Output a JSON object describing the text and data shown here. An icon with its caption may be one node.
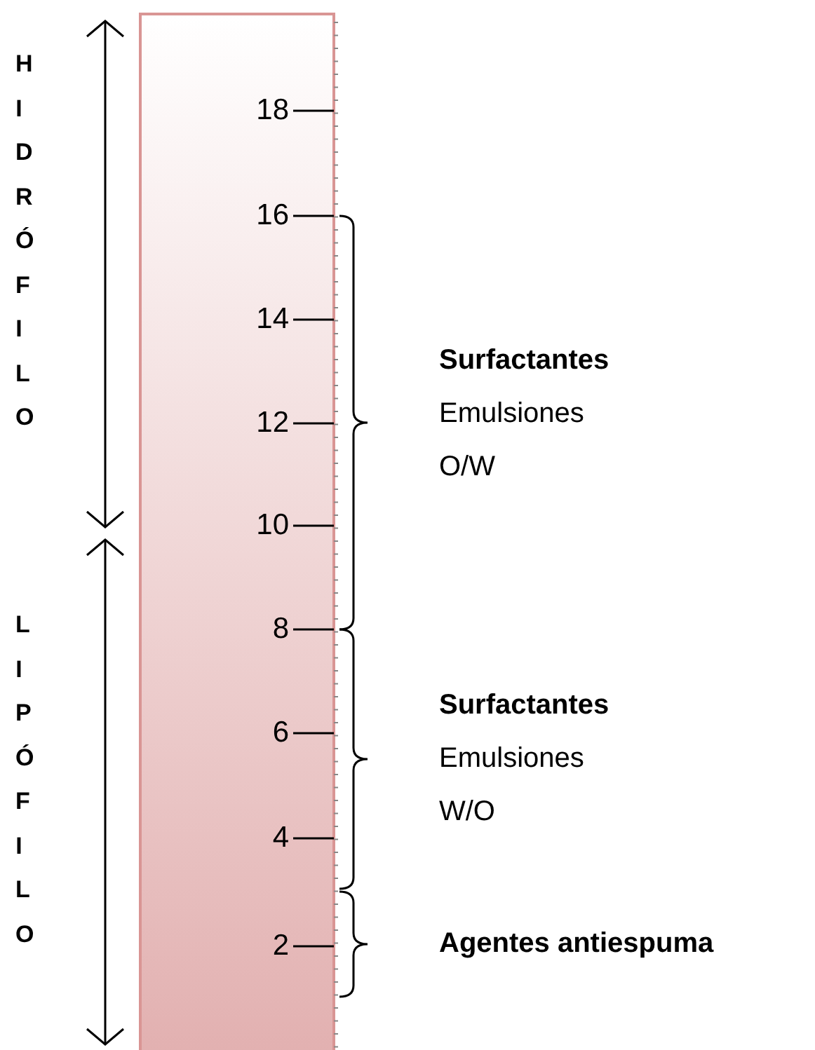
{
  "diagram": {
    "labels": [
      "HIDRÓFILO",
      "18",
      "16",
      "14",
      "12",
      "10",
      "8",
      "6",
      "4",
      "2",
      "LIPÓFILO",
      "Surfactantes",
      "Emulsiones O/W",
      "Surfactantes",
      "Emulsiones W/O",
      "Agentes antiespuma"
    ]
  }
}
